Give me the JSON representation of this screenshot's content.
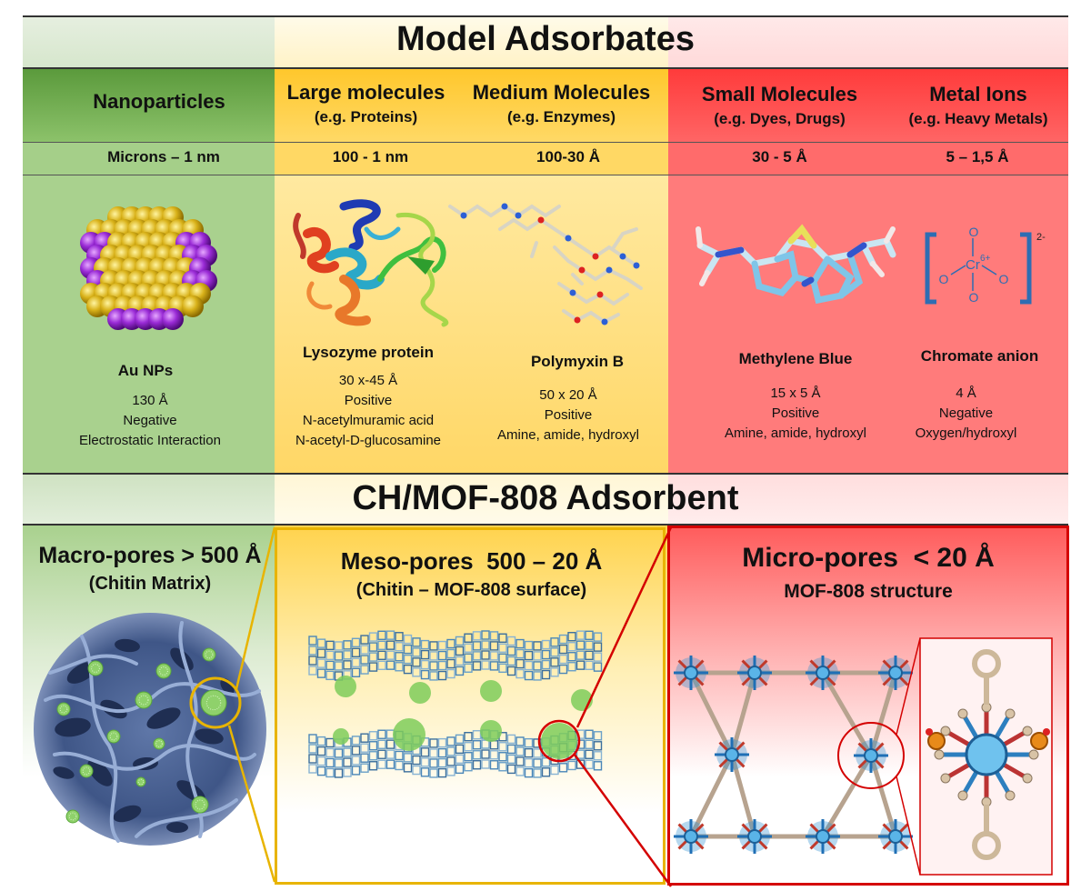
{
  "top_title": "Model Adsorbates",
  "columns": [
    {
      "name": "Nanoparticles",
      "example": "",
      "size": "Microns – 1 nm"
    },
    {
      "name": "Large molecules",
      "example": "(e.g. Proteins)",
      "size": "100 - 1 nm"
    },
    {
      "name": "Medium Molecules",
      "example": "(e.g. Enzymes)",
      "size": "100-30 Å"
    },
    {
      "name": "Small Molecules",
      "example": "(e.g. Dyes, Drugs)",
      "size": "30 - 5 Å"
    },
    {
      "name": "Metal Ions",
      "example": "(e.g. Heavy Metals)",
      "size": "5 – 1,5 Å"
    }
  ],
  "molecules": [
    {
      "name": "Au NPs",
      "props": [
        "130 Å",
        "Negative",
        "Electrostatic Interaction"
      ]
    },
    {
      "name": "Lysozyme protein",
      "props": [
        "30 x-45 Å",
        "Positive",
        "N-acetylmuramic acid",
        "N-acetyl-D-glucosamine"
      ]
    },
    {
      "name": "Polymyxin B",
      "props": [
        "50 x 20 Å",
        "Positive",
        "Amine, amide, hydroxyl"
      ]
    },
    {
      "name": "Methylene Blue",
      "props": [
        "15 x 5 Å",
        "Positive",
        "Amine, amide, hydroxyl"
      ]
    },
    {
      "name": "Chromate anion",
      "props": [
        "4 Å",
        "Negative",
        "Oxygen/hydroxyl"
      ]
    }
  ],
  "chromate_labels": {
    "cr": "Cr",
    "cr_charge": "6+",
    "o": "O",
    "charge": "2-"
  },
  "bottom_title": "CH/MOF-808 Adsorbent",
  "pores": [
    {
      "title": "Macro-pores > 500 Å",
      "subtitle": "(Chitin Matrix)"
    },
    {
      "title": "Meso-pores  500 – 20 Å",
      "subtitle": "(Chitin – MOF-808 surface)"
    },
    {
      "title": "Micro-pores  < 20 Å",
      "subtitle": "MOF-808 structure"
    }
  ],
  "colors": {
    "green": "#a9d18e",
    "dark_green": "#6aa84f",
    "yellow": "#ffd966",
    "red": "#ff6b6b",
    "mof_blue": "#3d7fb8",
    "np_green": "#8fd16b"
  }
}
